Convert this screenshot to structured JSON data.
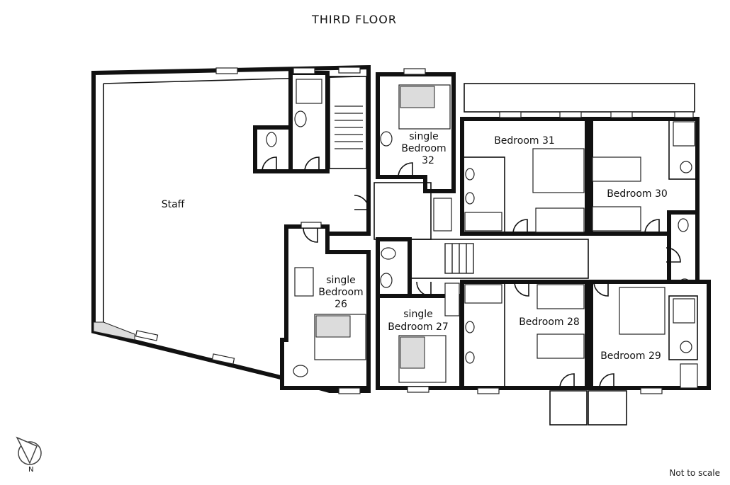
{
  "title": "THIRD FLOOR",
  "note": "Not to scale",
  "compass_letter": "N",
  "rooms": {
    "staff": "Staff",
    "b26": [
      "single",
      "Bedroom",
      "26"
    ],
    "b27": [
      "single",
      "Bedroom 27"
    ],
    "b28": "Bedroom 28",
    "b29": "Bedroom 29",
    "b30": "Bedroom 30",
    "b31": "Bedroom 31",
    "b32": [
      "single",
      "Bedroom",
      "32"
    ]
  }
}
